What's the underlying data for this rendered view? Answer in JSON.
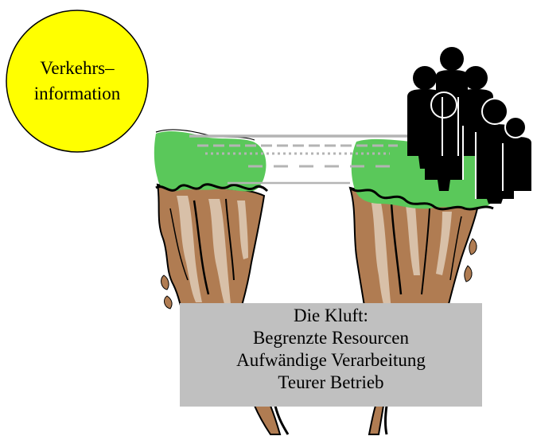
{
  "info_circle": {
    "line1": "Verkehrs–",
    "line2": "information",
    "fill_color": "#ffff00"
  },
  "gap_box": {
    "line1": "Die Kluft:",
    "line2": "Begrenzte Resourcen",
    "line3": "Aufwändige Verarbeitung",
    "line4": "Teurer Betrieb",
    "fill_color": "#c0c0c0"
  },
  "people_group": {
    "icon": "people-silhouettes-icon",
    "color": "#000000"
  },
  "cliffs": {
    "icon": "cliff-illustration",
    "grass_color": "#5ac85a",
    "rock_color": "#b07c52",
    "rock_light": "#d8c0a8"
  },
  "bridge": {
    "icon": "bridge-lines-icon",
    "color": "#b4b4b4"
  }
}
